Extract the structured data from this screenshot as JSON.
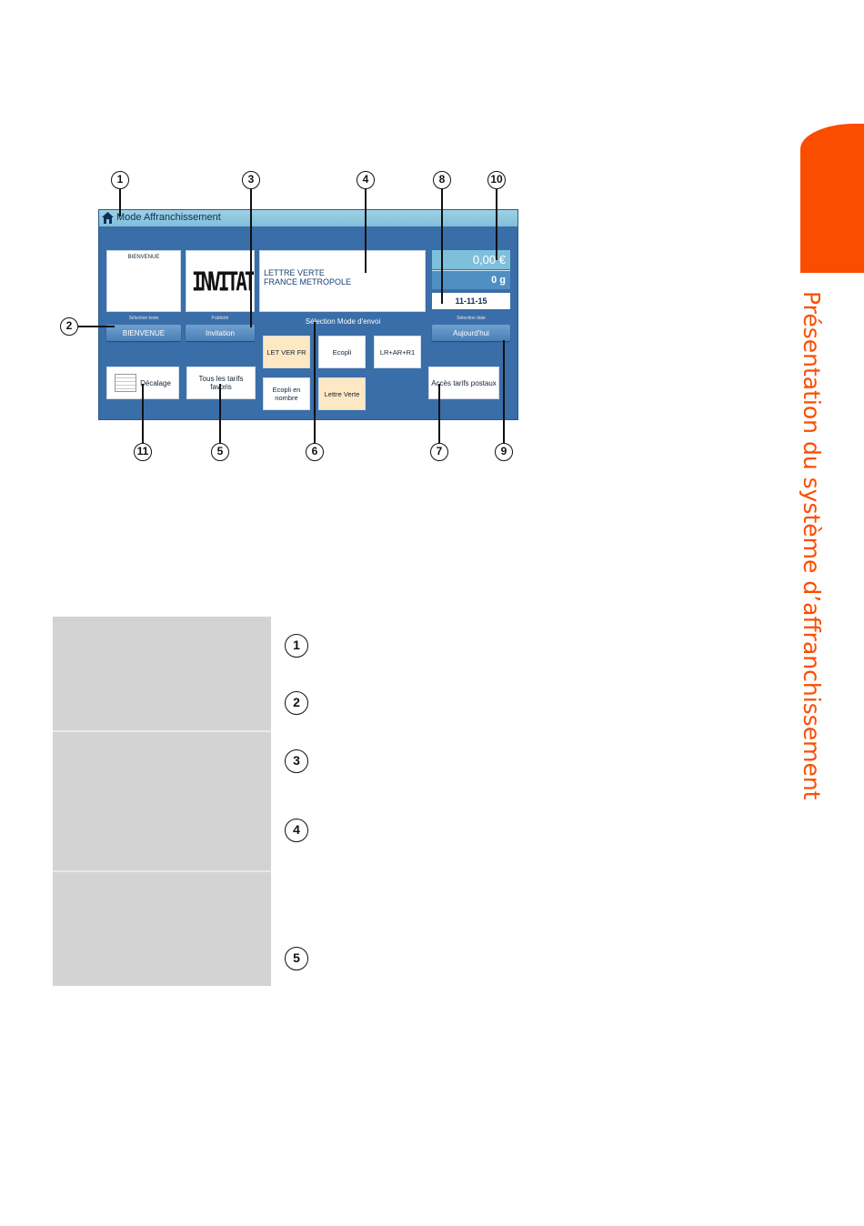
{
  "side_title": "Présentation du système d’affranchissement",
  "screen": {
    "title": "Mode Affranchissement",
    "text_card": {
      "caption": "BIENVENUE",
      "label": "Sélection texte",
      "value": "BIENVENUE"
    },
    "ad_card": {
      "image_text": "INVITATION",
      "label": "Publicité",
      "value": "Invitation"
    },
    "message": "LETTRE VERTE\nFRANCE METROPOLE",
    "amount": "0,00 €",
    "weight": "0 g",
    "date": "11-11-15",
    "date_select": {
      "label": "Sélection date",
      "value": "Aujourd'hui"
    },
    "mode_group_label": "Sélection Mode d'envoi",
    "modes": [
      {
        "label": "LET VER FR",
        "selected": true
      },
      {
        "label": "Ecopli",
        "selected": false
      },
      {
        "label": "LR+AR+R1",
        "selected": false
      },
      {
        "label": "Ecopli en nombre",
        "selected": false
      },
      {
        "label": "Lettre Verte",
        "selected": true
      }
    ],
    "offset_button": "Décalage",
    "favorites_button": "Tous les tarifs favoris",
    "postal_rates_button": "Accès tarifs postaux"
  },
  "callouts": [
    "1",
    "2",
    "3",
    "4",
    "5",
    "6",
    "7",
    "8",
    "9",
    "10",
    "11"
  ],
  "legend_numbers": [
    "1",
    "2",
    "3",
    "4",
    "5"
  ],
  "colors": {
    "accent": "#fb4d00",
    "screen_blue": "#3a6ea8",
    "titlebar": "#8fc8df",
    "legend_gray": "#d3d3d3",
    "selected_mode": "#fde8c3"
  }
}
